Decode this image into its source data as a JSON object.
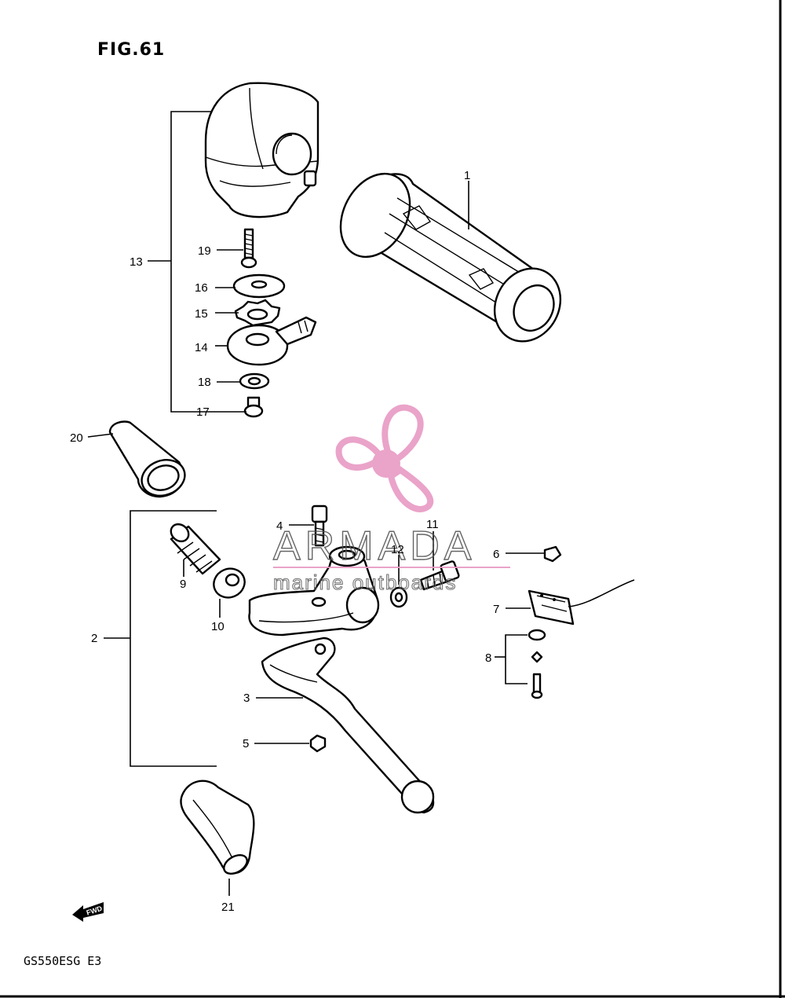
{
  "figure": {
    "title": "FIG.61",
    "model": "GS550ESG  E3"
  },
  "fwd_label": "FWD",
  "watermark": {
    "brand": "ARMADA",
    "tagline": "marine outboards",
    "logo_color": "#e89ac4"
  },
  "callouts": [
    {
      "id": "c1",
      "text": "1"
    },
    {
      "id": "c2",
      "text": "2"
    },
    {
      "id": "c3",
      "text": "3"
    },
    {
      "id": "c4",
      "text": "4"
    },
    {
      "id": "c5",
      "text": "5"
    },
    {
      "id": "c6",
      "text": "6"
    },
    {
      "id": "c7",
      "text": "7"
    },
    {
      "id": "c8",
      "text": "8"
    },
    {
      "id": "c9",
      "text": "9"
    },
    {
      "id": "c10",
      "text": "10"
    },
    {
      "id": "c11",
      "text": "11"
    },
    {
      "id": "c12",
      "text": "12"
    },
    {
      "id": "c13",
      "text": "13"
    },
    {
      "id": "c14",
      "text": "14"
    },
    {
      "id": "c15",
      "text": "15"
    },
    {
      "id": "c16",
      "text": "16"
    },
    {
      "id": "c17",
      "text": "17"
    },
    {
      "id": "c18",
      "text": "18"
    },
    {
      "id": "c19",
      "text": "19"
    },
    {
      "id": "c20",
      "text": "20"
    },
    {
      "id": "c21",
      "text": "21"
    }
  ]
}
